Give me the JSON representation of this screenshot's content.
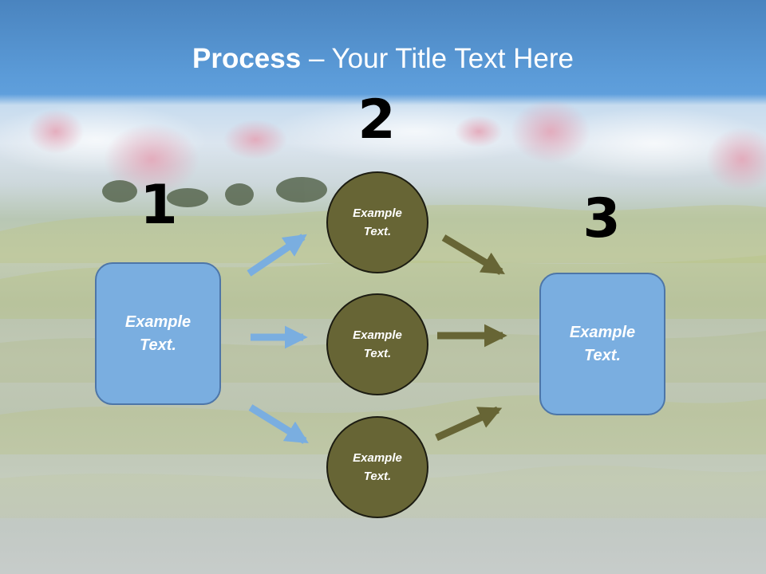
{
  "title": {
    "bold": "Process",
    "rest": " – Your Title Text Here"
  },
  "steps": {
    "n1": "1",
    "n2": "2",
    "n3": "3"
  },
  "left_box": {
    "label": "Example\nText."
  },
  "right_box": {
    "label": "Example\nText."
  },
  "circles": [
    {
      "label": "Example\nText."
    },
    {
      "label": "Example\nText."
    },
    {
      "label": "Example\nText."
    }
  ],
  "colors": {
    "box_fill": "#7aaee0",
    "circle_fill": "#676535",
    "blue_arrow": "#7aaee0",
    "olive_arrow": "#676535",
    "title_band": "#5b9bd8"
  }
}
